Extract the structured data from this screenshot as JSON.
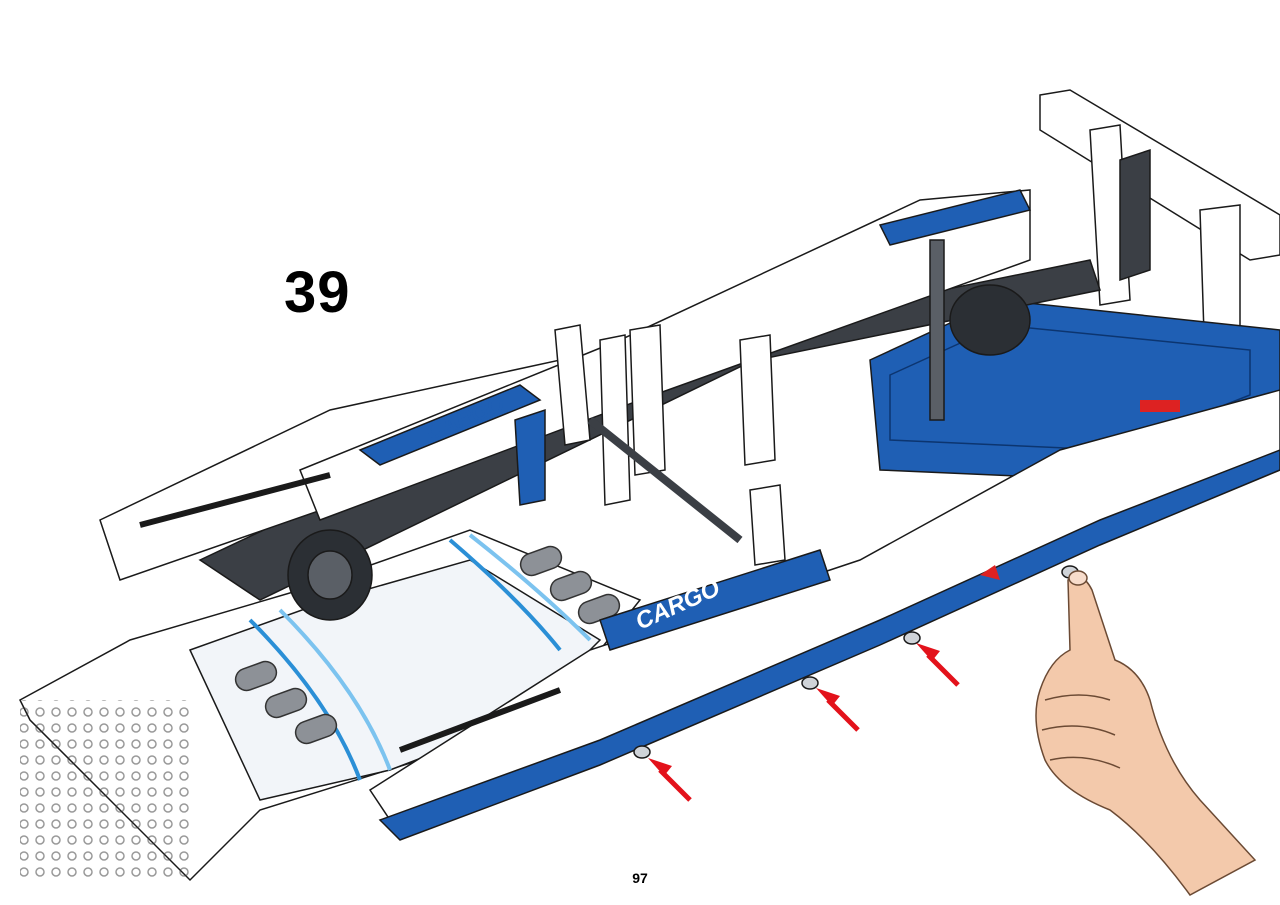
{
  "instruction": {
    "step_number": "39",
    "page_number": "97"
  },
  "model": {
    "decal_text": "CARGO"
  },
  "colors": {
    "white_part": "#ffffff",
    "blue_part": "#1f5fb4",
    "dark_part": "#3b3f45",
    "gray_part": "#9aa0a6",
    "outline": "#1a1a1a",
    "arrow": "#e3121b",
    "skin": "#f3c9ab"
  },
  "icons": {
    "arrow": "red-arrow-icon",
    "hand": "pointing-hand-icon"
  }
}
